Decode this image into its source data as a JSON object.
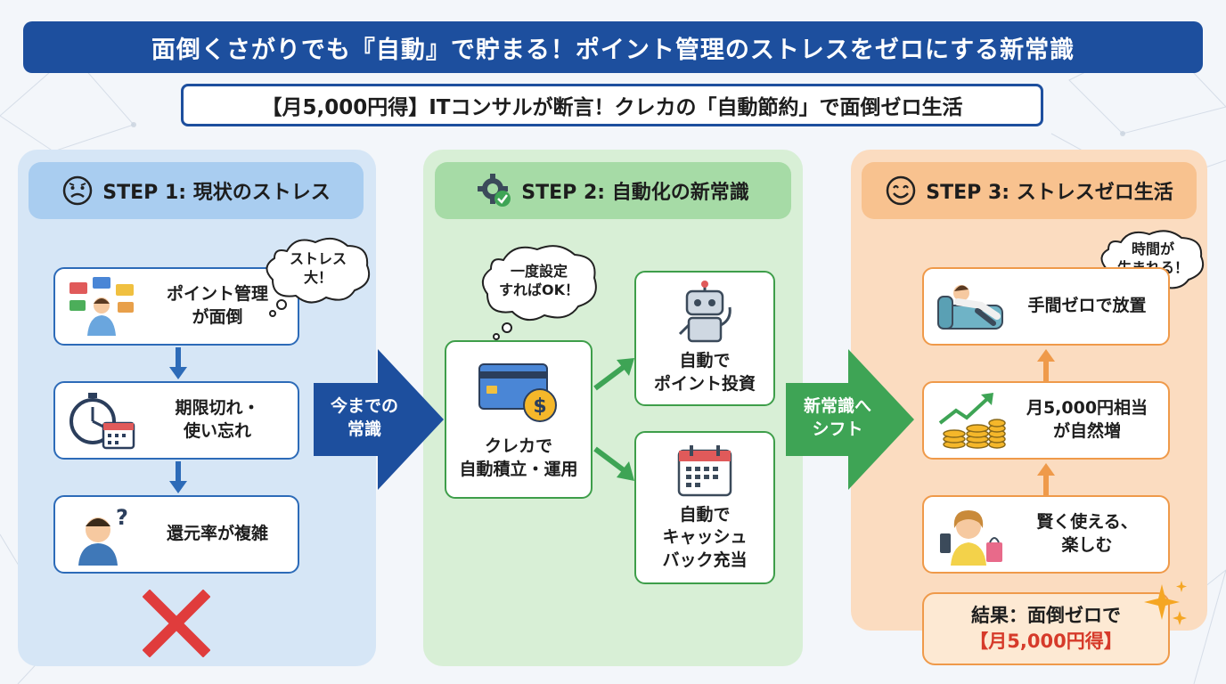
{
  "title": "面倒くさがりでも『自動』で貯まる！ポイント管理のストレスをゼロにする新常識",
  "subtitle": "【月5,000円得】ITコンサルが断言！クレカの「自動節約」で面倒ゼロ生活",
  "step1": {
    "heading": "STEP 1: 現状のストレス",
    "bubble": "ストレス\n大！",
    "items": [
      "ポイント管理\nが面倒",
      "期限切れ・\n使い忘れ",
      "還元率が複雑"
    ]
  },
  "shift1": "今までの\n常識",
  "step2": {
    "heading": "STEP 2: 自動化の新常識",
    "bubble": "一度設定\nすればOK！",
    "main": "クレカで\n自動積立・運用",
    "invest": "自動で\nポイント投資",
    "cashback": "自動で\nキャッシュ\nバック充当"
  },
  "shift2": "新常識へ\nシフト",
  "step3": {
    "heading": "STEP 3: ストレスゼロ生活",
    "bubble": "時間が\n生まれる！",
    "items": [
      "手間ゼロで放置",
      "月5,000円相当\nが自然増",
      "賢く使える、\n楽しむ"
    ],
    "result_line1": "結果：面倒ゼロで",
    "result_line2": "【月5,000円得】"
  },
  "colors": {
    "title_bg": "#1d4f9e",
    "step1_bg": "#d6e6f6",
    "step2_bg": "#d8efd6",
    "step3_bg": "#fbdcc0",
    "shift1_arrow": "#1d4f9e",
    "shift2_arrow": "#3ea455",
    "cross": "#e03c3c"
  }
}
